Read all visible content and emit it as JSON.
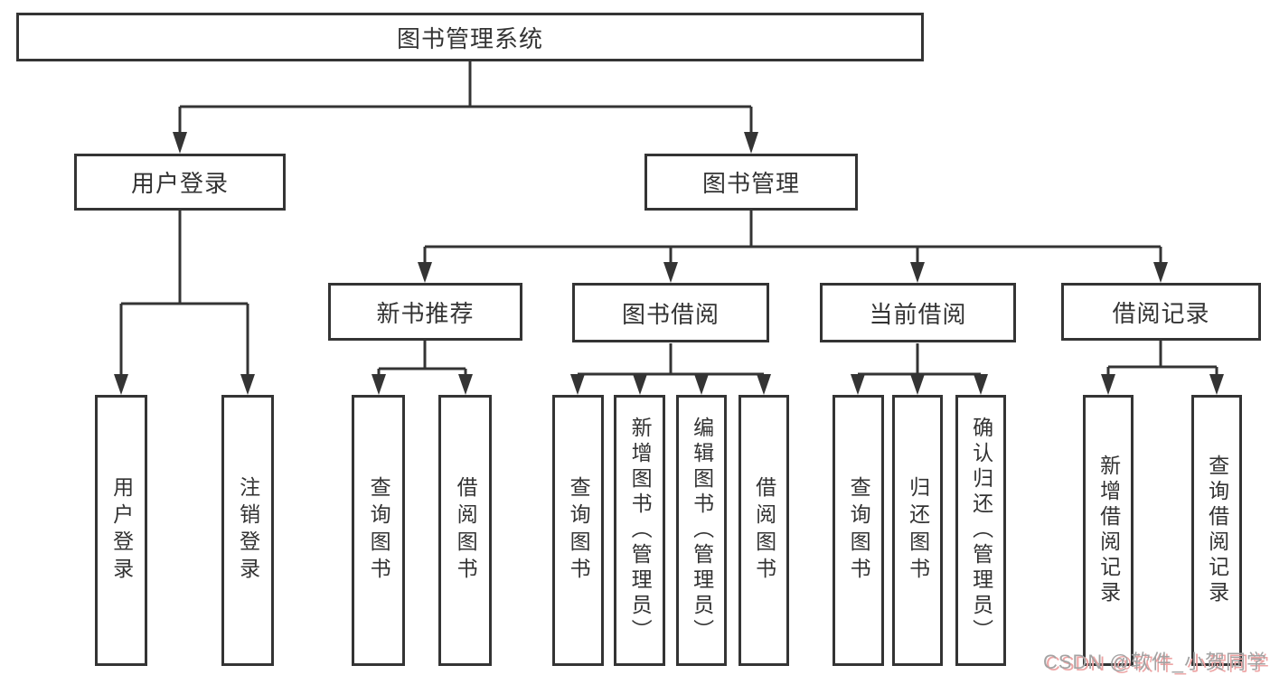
{
  "tree": {
    "root": "图书管理系统",
    "branches": [
      {
        "label": "用户登录",
        "children": [
          "用户登录",
          "注销登录"
        ]
      },
      {
        "label": "图书管理",
        "sections": [
          {
            "label": "新书推荐",
            "children": [
              "查询图书",
              "借阅图书"
            ]
          },
          {
            "label": "图书借阅",
            "children": [
              "查询图书",
              "新增图书（管理员）",
              "编辑图书（管理员）",
              "借阅图书"
            ]
          },
          {
            "label": "当前借阅",
            "children": [
              "查询图书",
              "归还图书",
              "确认归还（管理员）"
            ]
          },
          {
            "label": "借阅记录",
            "children": [
              "新增借阅记录",
              "查询借阅记录"
            ]
          }
        ]
      }
    ]
  },
  "watermark": {
    "text": "CSDN @软件_小贺同学"
  },
  "colors": {
    "line": "#343434",
    "text": "#333333",
    "background": "#ffffff",
    "watermark_text": "#a3a3a3",
    "watermark_shadow": "#eda4a4"
  }
}
